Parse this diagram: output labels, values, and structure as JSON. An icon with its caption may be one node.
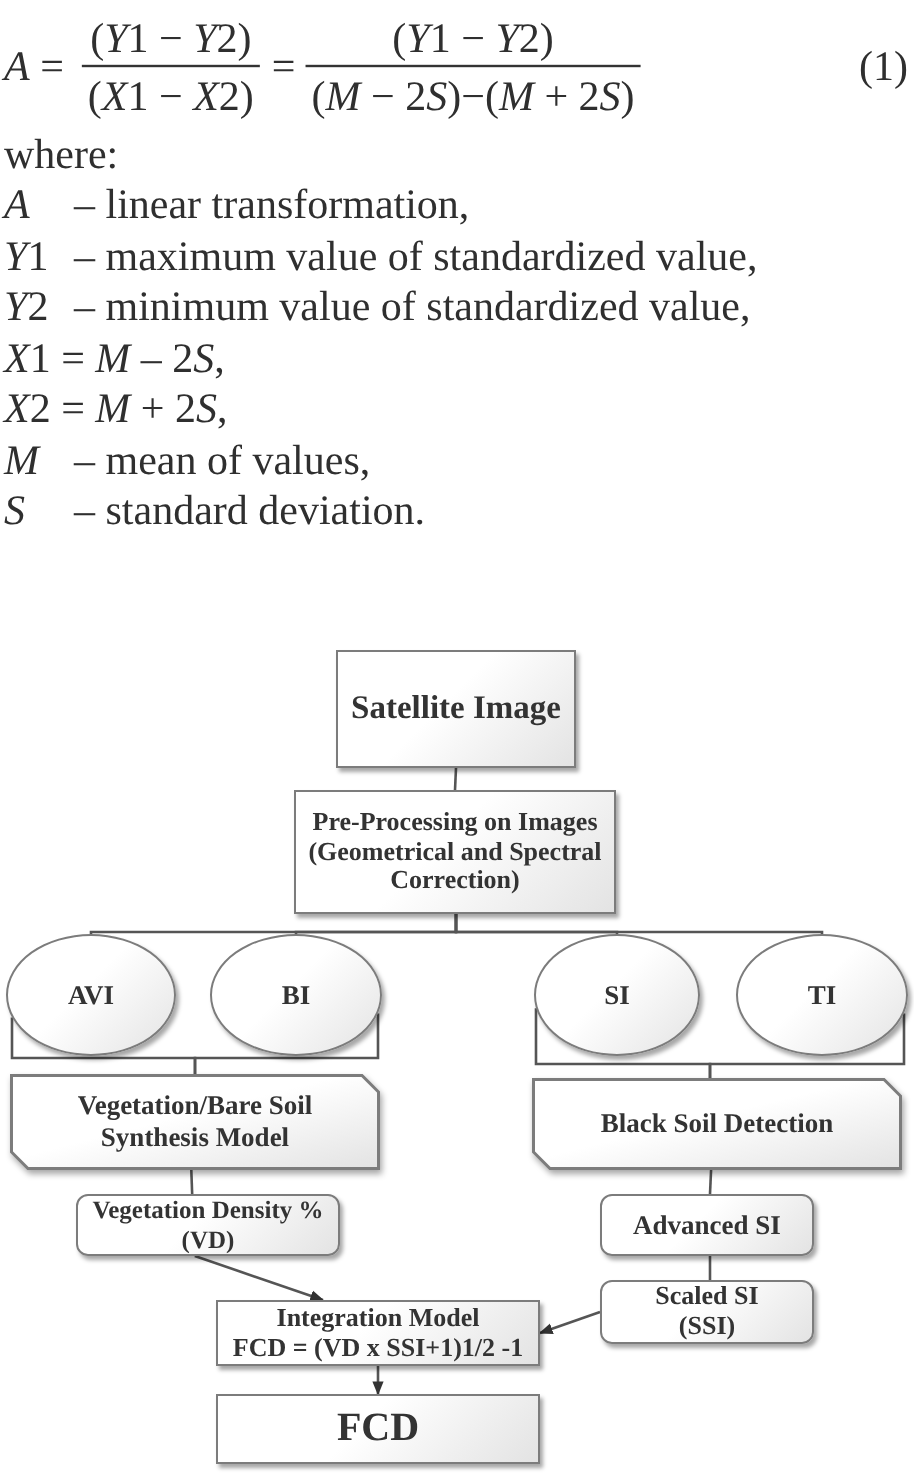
{
  "diagram": {
    "nodes": [
      {
        "text": [
          "Satellite Image"
        ]
      },
      {
        "text": [
          "Pre-Processing on Images (Geometrical and Spectral Correction)"
        ]
      },
      {
        "text": [
          "AVI"
        ]
      },
      {
        "text": [
          "BI"
        ]
      },
      {
        "text": [
          "SI"
        ]
      },
      {
        "text": [
          "TI"
        ]
      },
      {
        "text": [
          "Vegetation/Bare Soil Synthesis Model"
        ]
      },
      {
        "text": [
          "Black Soil Detection"
        ]
      },
      {
        "text": [
          "Vegetation Density % (VD)"
        ]
      },
      {
        "text": [
          "Advanced SI"
        ]
      },
      {
        "text": [
          "Scaled SI (SSI)"
        ]
      },
      {
        "text": [
          "Integration Model",
          "FCD = (VD x SSI+1)1/2 -1"
        ]
      },
      {
        "text": [
          "FCD"
        ]
      }
    ],
    "edges": [
      {
        "from": 0,
        "to": 1,
        "arrow": "none"
      },
      {
        "from": 1,
        "to": 2,
        "arrow": "none"
      },
      {
        "from": 1,
        "to": 3,
        "arrow": "none"
      },
      {
        "from": 1,
        "to": 4,
        "arrow": "none"
      },
      {
        "from": 1,
        "to": 5,
        "arrow": "none"
      },
      {
        "from": 2,
        "to": 6,
        "arrow": "none"
      },
      {
        "from": 3,
        "to": 6,
        "arrow": "none"
      },
      {
        "from": 4,
        "to": 7,
        "arrow": "none"
      },
      {
        "from": 5,
        "to": 7,
        "arrow": "none"
      },
      {
        "from": 6,
        "to": 8,
        "arrow": "none"
      },
      {
        "from": 7,
        "to": 9,
        "arrow": "none"
      },
      {
        "from": 9,
        "to": 10,
        "arrow": "none"
      },
      {
        "from": 8,
        "to": 11,
        "arrow": "to"
      },
      {
        "from": 10,
        "to": 11,
        "arrow": "to"
      },
      {
        "from": 11,
        "to": 12,
        "arrow": "to"
      }
    ],
    "labels": [
      "A =",
      "(Y1 − Y2)",
      "(X1 − X2)",
      "=",
      "(Y1 − Y2)",
      "(M − 2S)−(M + 2S)",
      "(1)",
      "where:",
      "A",
      "– linear transformation,",
      "Y1",
      "– maximum value of standardized value,",
      "Y2",
      "– minimum value of standardized value,",
      "X1 = M – 2S,",
      "X2 = M + 2S,",
      "M",
      "– mean of values,",
      "S",
      "– standard deviation."
    ]
  }
}
